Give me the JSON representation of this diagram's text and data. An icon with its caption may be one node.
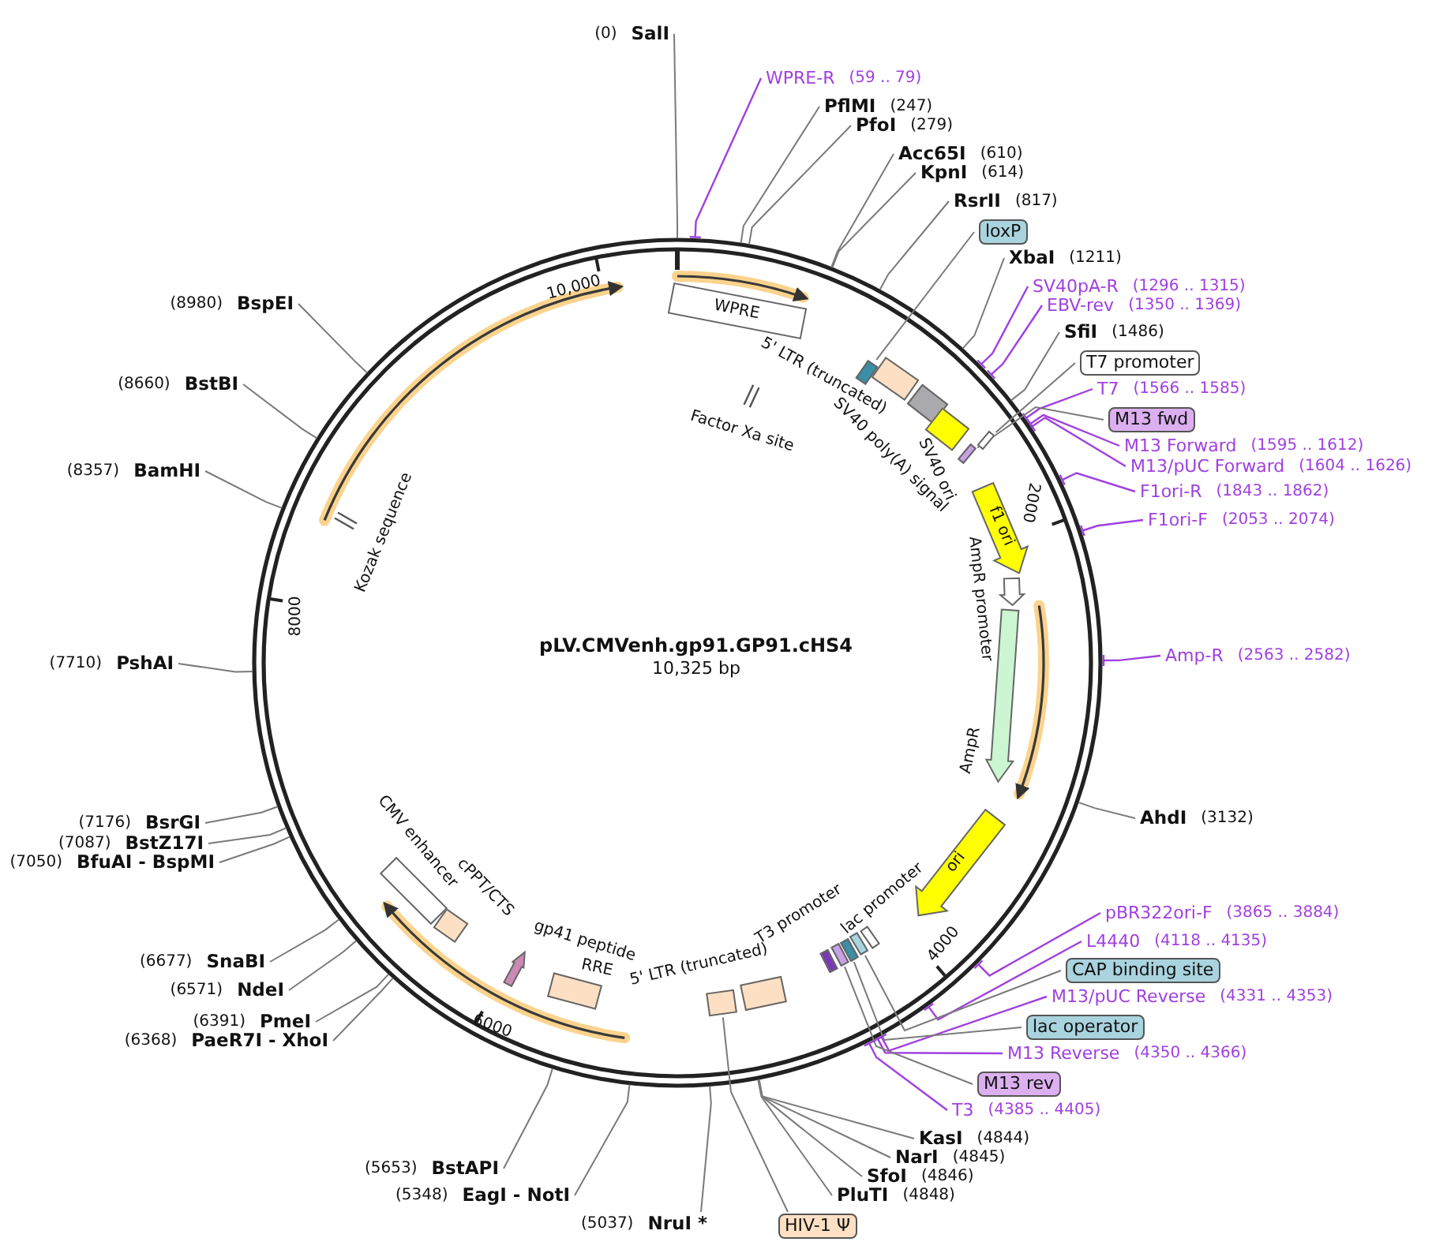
{
  "diagram": {
    "title": "pLV.CMVenh.gp91.GP91.cHS4",
    "caption": "10,325 bp",
    "nodes": [
      {
        "text": [
          "(0)",
          "SalI"
        ]
      },
      {
        "text": [
          "WPRE-R",
          "(59 .. 79)"
        ]
      },
      {
        "text": [
          "PflMI",
          "(247)"
        ]
      },
      {
        "text": [
          "PfoI",
          "(279)"
        ]
      },
      {
        "text": [
          "Acc65I",
          "(610)"
        ]
      },
      {
        "text": [
          "KpnI",
          "(614)"
        ]
      },
      {
        "text": [
          "RsrII",
          "(817)"
        ]
      },
      {
        "text": [
          "loxP"
        ]
      },
      {
        "text": [
          "XbaI",
          "(1211)"
        ]
      },
      {
        "text": [
          "SV40pA-R",
          "(1296 .. 1315)"
        ]
      },
      {
        "text": [
          "EBV-rev",
          "(1350 .. 1369)"
        ]
      },
      {
        "text": [
          "SfiI",
          "(1486)"
        ]
      },
      {
        "text": [
          "T7 promoter"
        ]
      },
      {
        "text": [
          "T7",
          "(1566 .. 1585)"
        ]
      },
      {
        "text": [
          "M13 fwd"
        ]
      },
      {
        "text": [
          "M13 Forward",
          "(1595 .. 1612)"
        ]
      },
      {
        "text": [
          "M13/pUC Forward",
          "(1604 .. 1626)"
        ]
      },
      {
        "text": [
          "F1ori-R",
          "(1843 .. 1862)"
        ]
      },
      {
        "text": [
          "F1ori-F",
          "(2053 .. 2074)"
        ]
      },
      {
        "text": [
          "Amp-R",
          "(2563 .. 2582)"
        ]
      },
      {
        "text": [
          "AhdI",
          "(3132)"
        ]
      },
      {
        "text": [
          "pBR322ori-F",
          "(3865 .. 3884)"
        ]
      },
      {
        "text": [
          "L4440",
          "(4118 .. 4135)"
        ]
      },
      {
        "text": [
          "CAP binding site"
        ]
      },
      {
        "text": [
          "M13/pUC Reverse",
          "(4331 .. 4353)"
        ]
      },
      {
        "text": [
          "lac operator"
        ]
      },
      {
        "text": [
          "M13 Reverse",
          "(4350 .. 4366)"
        ]
      },
      {
        "text": [
          "M13 rev"
        ]
      },
      {
        "text": [
          "T3",
          "(4385 .. 4405)"
        ]
      },
      {
        "text": [
          "KasI",
          "(4844)"
        ]
      },
      {
        "text": [
          "NarI",
          "(4845)"
        ]
      },
      {
        "text": [
          "SfoI",
          "(4846)"
        ]
      },
      {
        "text": [
          "PluTI",
          "(4848)"
        ]
      },
      {
        "text": [
          "HIV-1 Ψ"
        ]
      },
      {
        "text": [
          "(5037)",
          "NruI *"
        ]
      },
      {
        "text": [
          "(5348)",
          "EagI - NotI"
        ]
      },
      {
        "text": [
          "(5653)",
          "BstAPI"
        ]
      },
      {
        "text": [
          "(6368)",
          "PaeR7I - XhoI"
        ]
      },
      {
        "text": [
          "(6391)",
          "PmeI"
        ]
      },
      {
        "text": [
          "(6571)",
          "NdeI"
        ]
      },
      {
        "text": [
          "(6677)",
          "SnaBI"
        ]
      },
      {
        "text": [
          "(7050)",
          "BfuAI - BspMI"
        ]
      },
      {
        "text": [
          "(7087)",
          "BstZ17I"
        ]
      },
      {
        "text": [
          "(7176)",
          "BsrGI"
        ]
      },
      {
        "text": [
          "(7710)",
          "PshAI"
        ]
      },
      {
        "text": [
          "(8357)",
          "BamHI"
        ]
      },
      {
        "text": [
          "(8660)",
          "BstBI"
        ]
      },
      {
        "text": [
          "(8980)",
          "BspEI"
        ]
      },
      {
        "text": [
          "WPRE"
        ]
      },
      {
        "text": [
          "5' LTR (truncated)"
        ]
      },
      {
        "text": [
          "Factor Xa site"
        ]
      },
      {
        "text": [
          "SV40 poly(A) signal"
        ]
      },
      {
        "text": [
          "SV40 ori"
        ]
      },
      {
        "text": [
          "f1 ori"
        ]
      },
      {
        "text": [
          "AmpR promoter"
        ]
      },
      {
        "text": [
          "AmpR"
        ]
      },
      {
        "text": [
          "ori"
        ]
      },
      {
        "text": [
          "lac promoter"
        ]
      },
      {
        "text": [
          "T3 promoter"
        ]
      },
      {
        "text": [
          "5' LTR (truncated)"
        ]
      },
      {
        "text": [
          "RRE"
        ]
      },
      {
        "text": [
          "gp41 peptide"
        ]
      },
      {
        "text": [
          "cPPT/CTS"
        ]
      },
      {
        "text": [
          "CMV enhancer"
        ]
      },
      {
        "text": [
          "Kozak sequence"
        ]
      },
      {
        "text": [],
        "shape": "box"
      },
      {
        "text": [],
        "shape": "box"
      },
      {
        "text": [],
        "shape": "box"
      },
      {
        "text": [],
        "shape": "box"
      },
      {
        "text": [],
        "shape": "box"
      },
      {
        "text": [],
        "shape": "box"
      },
      {
        "text": [],
        "shape": "box"
      }
    ],
    "edges": [
      {
        "from": 0,
        "to": null,
        "arrow": "none"
      },
      {
        "from": 1,
        "to": null,
        "arrow": "none",
        "color": "#a040e0"
      },
      {
        "from": 2,
        "to": null,
        "arrow": "none"
      },
      {
        "from": 3,
        "to": null,
        "arrow": "none"
      },
      {
        "from": 4,
        "to": null,
        "arrow": "none"
      },
      {
        "from": 5,
        "to": null,
        "arrow": "none"
      },
      {
        "from": 6,
        "to": null,
        "arrow": "none"
      },
      {
        "from": 7,
        "to": 65,
        "arrow": "none"
      },
      {
        "from": 8,
        "to": null,
        "arrow": "none"
      },
      {
        "from": 9,
        "to": null,
        "arrow": "none",
        "color": "#a040e0"
      },
      {
        "from": 10,
        "to": null,
        "arrow": "none",
        "color": "#a040e0"
      },
      {
        "from": 11,
        "to": null,
        "arrow": "none"
      },
      {
        "from": 12,
        "to": 66,
        "arrow": "none"
      },
      {
        "from": 13,
        "to": null,
        "arrow": "none",
        "color": "#a040e0"
      },
      {
        "from": 14,
        "to": 67,
        "arrow": "none"
      },
      {
        "from": 15,
        "to": null,
        "arrow": "none",
        "color": "#a040e0"
      },
      {
        "from": 16,
        "to": null,
        "arrow": "none",
        "color": "#a040e0"
      },
      {
        "from": 17,
        "to": null,
        "arrow": "none",
        "color": "#a040e0"
      },
      {
        "from": 18,
        "to": null,
        "arrow": "none",
        "color": "#a040e0"
      },
      {
        "from": 19,
        "to": null,
        "arrow": "none",
        "color": "#a040e0"
      },
      {
        "from": 20,
        "to": null,
        "arrow": "none"
      },
      {
        "from": 21,
        "to": null,
        "arrow": "none",
        "color": "#a040e0"
      },
      {
        "from": 22,
        "to": null,
        "arrow": "none",
        "color": "#a040e0"
      },
      {
        "from": 23,
        "to": 68,
        "arrow": "none"
      },
      {
        "from": 24,
        "to": null,
        "arrow": "none",
        "color": "#a040e0"
      },
      {
        "from": 25,
        "to": 69,
        "arrow": "none"
      },
      {
        "from": 26,
        "to": null,
        "arrow": "none",
        "color": "#a040e0"
      },
      {
        "from": 27,
        "to": 70,
        "arrow": "none"
      },
      {
        "from": 28,
        "to": null,
        "arrow": "none",
        "color": "#a040e0"
      },
      {
        "from": 29,
        "to": null,
        "arrow": "none"
      },
      {
        "from": 30,
        "to": null,
        "arrow": "none"
      },
      {
        "from": 31,
        "to": null,
        "arrow": "none"
      },
      {
        "from": 32,
        "to": null,
        "arrow": "none"
      },
      {
        "from": 33,
        "to": 71,
        "arrow": "none"
      },
      {
        "from": 34,
        "to": null,
        "arrow": "none"
      },
      {
        "from": 35,
        "to": null,
        "arrow": "none"
      },
      {
        "from": 36,
        "to": null,
        "arrow": "none"
      },
      {
        "from": 37,
        "to": null,
        "arrow": "none"
      },
      {
        "from": 38,
        "to": null,
        "arrow": "none"
      },
      {
        "from": 39,
        "to": null,
        "arrow": "none"
      },
      {
        "from": 40,
        "to": null,
        "arrow": "none"
      },
      {
        "from": 41,
        "to": null,
        "arrow": "none"
      },
      {
        "from": 42,
        "to": null,
        "arrow": "none"
      },
      {
        "from": 43,
        "to": null,
        "arrow": "none"
      },
      {
        "from": 44,
        "to": null,
        "arrow": "none"
      },
      {
        "from": 45,
        "to": null,
        "arrow": "none"
      },
      {
        "from": 46,
        "to": null,
        "arrow": "none"
      },
      {
        "from": 47,
        "to": null,
        "arrow": "none"
      }
    ],
    "labels": [
      "10,000",
      "2000",
      "8000",
      "4000",
      "6000"
    ]
  }
}
